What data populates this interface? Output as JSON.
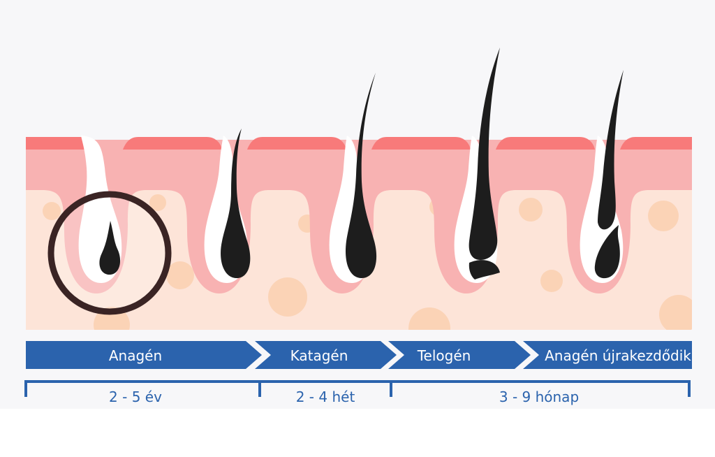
{
  "phases": [
    {
      "label": "Anagén"
    },
    {
      "label": "Katagén"
    },
    {
      "label": "Telogén"
    },
    {
      "label": "Anagén újrakezdődik"
    }
  ],
  "durations": [
    {
      "label": "2 - 5 év"
    },
    {
      "label": "2 - 4 hét"
    },
    {
      "label": "3 - 9 hónap"
    }
  ],
  "colors": {
    "page_bg": "#f7f7f9",
    "skin_top": "#f87a7a",
    "skin_pink": "#f8b2b2",
    "dermis": "#fde4d8",
    "spot": "#fbd3b6",
    "hair": "#1d1d1d",
    "highlight_ring": "#3a2424",
    "phase_bar": "#2b63ad",
    "duration_text": "#2b63ad"
  }
}
